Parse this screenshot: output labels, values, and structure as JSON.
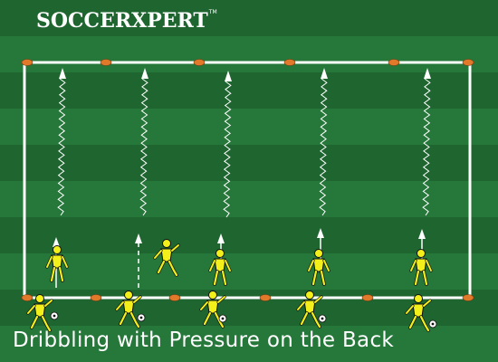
{
  "logo": {
    "text": "SOCCERXPERT",
    "tm": "TM"
  },
  "caption": "Dribbling with Pressure on the Back",
  "colors": {
    "grass_dark": "#1e6530",
    "grass_light": "#26773a",
    "lines": "#ffffff",
    "cone": "#e07a2a",
    "player": "#f2ef1a",
    "player_outline": "#111111"
  }
}
